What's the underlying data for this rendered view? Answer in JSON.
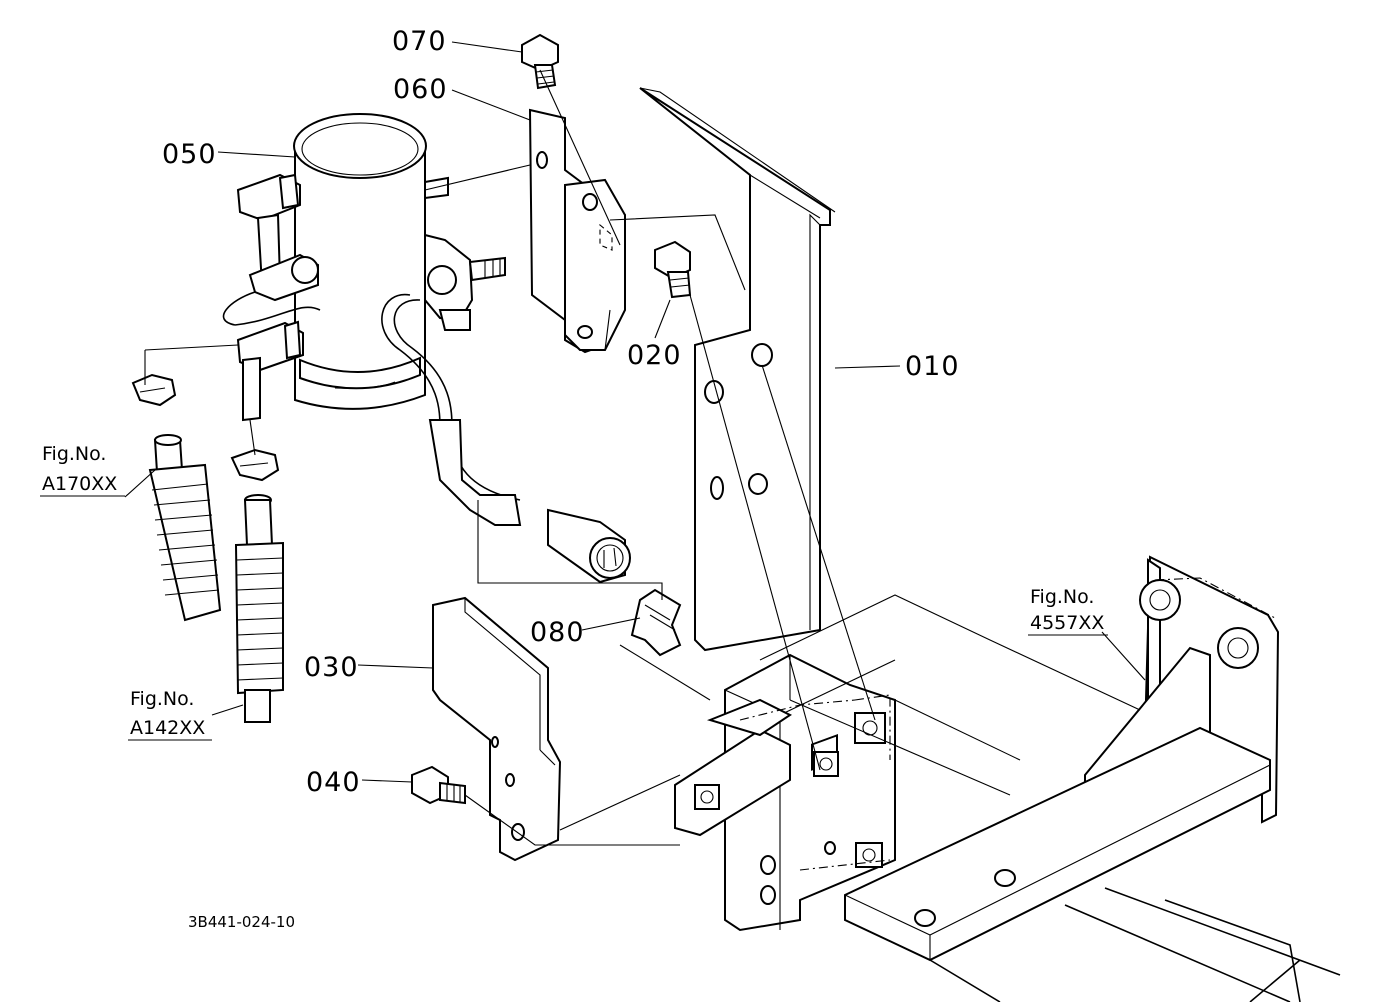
{
  "callouts": {
    "p010": "010",
    "p020": "020",
    "p030": "030",
    "p040": "040",
    "p050": "050",
    "p060": "060",
    "p070": "070",
    "p080": "080"
  },
  "fig_refs": {
    "a170": {
      "label": "Fig.No.",
      "code": "A170XX"
    },
    "a142": {
      "label": "Fig.No.",
      "code": "A142XX"
    },
    "f4557": {
      "label": "Fig.No.",
      "code": "4557XX"
    }
  },
  "drawing_code": "3B441-024-10"
}
